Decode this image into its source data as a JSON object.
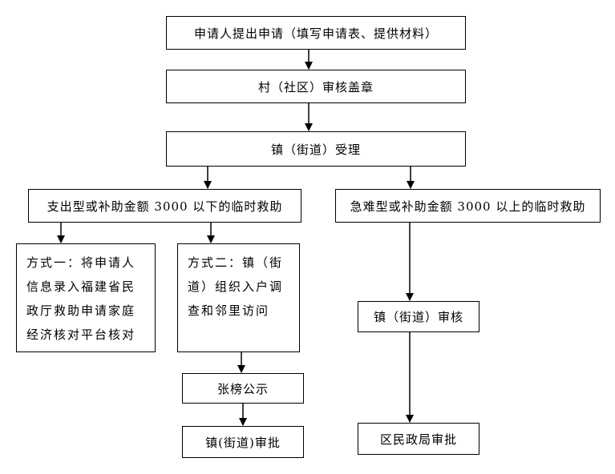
{
  "flowchart": {
    "steps": {
      "apply": "申请人提出申请（填写申请表、提供材料）",
      "village": "村（社区）审核盖章",
      "town_accept": "镇（街道）受理",
      "small_amount": "支出型或补助金额 3000 以下的临时救助",
      "large_amount": "急难型或补助金额 3000 以上的临时救助",
      "method_one": [
        "方式一：将申请人",
        "信息录入福建省民",
        "政厅救助申请家庭",
        "经济核对平台核对"
      ],
      "method_two": [
        "方式二：镇（街",
        "道）组织入户调",
        "查和邻里访问"
      ],
      "publicity": "张榜公示",
      "town_approve": "镇(街道)审批",
      "town_review": "镇（街道）审核",
      "district_approve": "区民政局审批"
    }
  }
}
